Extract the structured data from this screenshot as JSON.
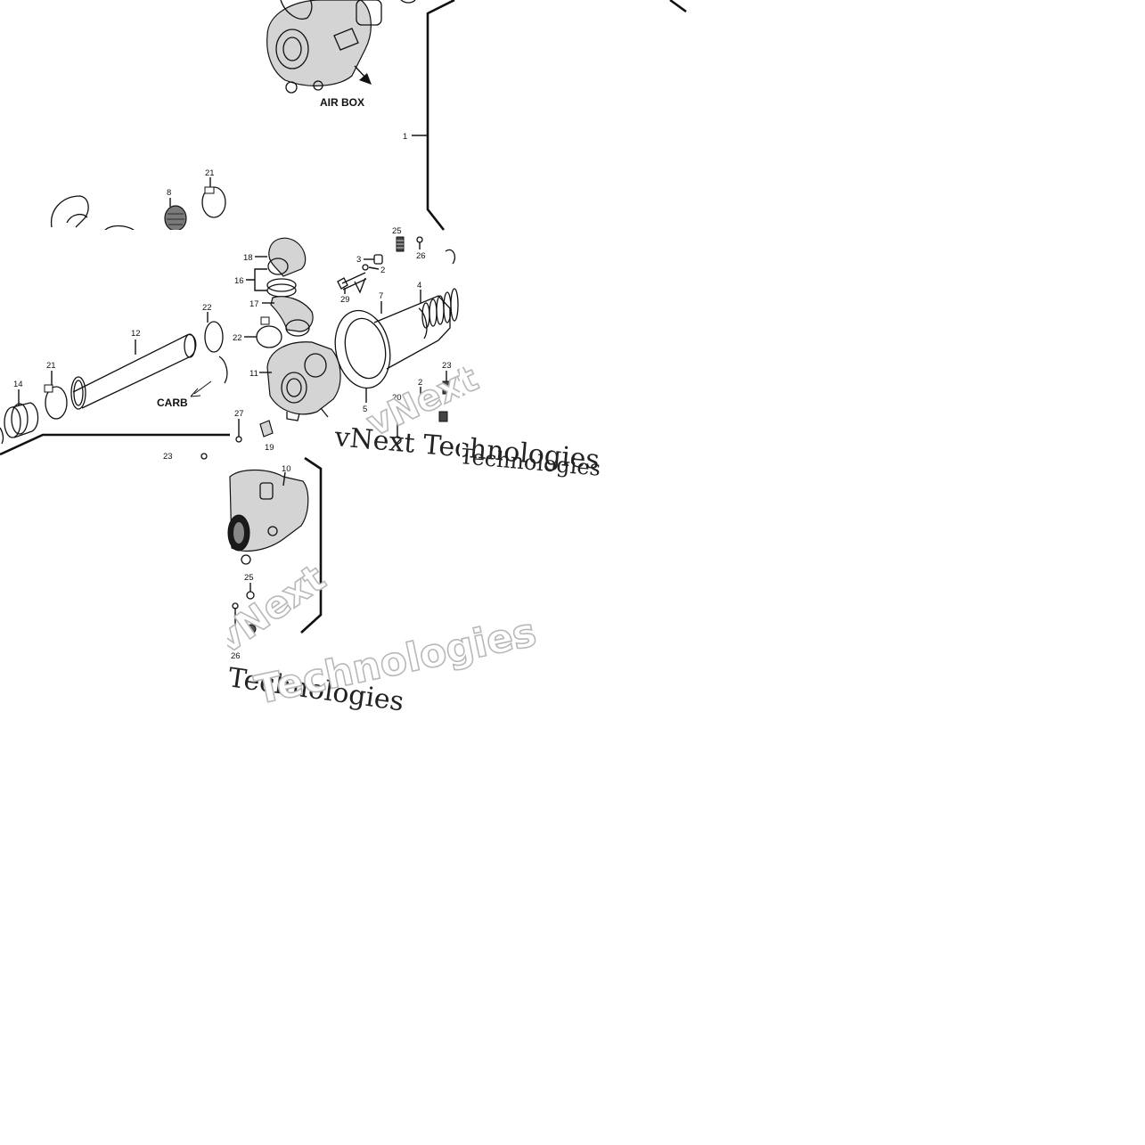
{
  "labels": {
    "air_box": "AIR BOX",
    "carb": "CARB"
  },
  "callouts": {
    "c1": "1",
    "c2a": "2",
    "c2b": "2",
    "c3": "3",
    "c4": "4",
    "c5": "5",
    "c7": "7",
    "c8": "8",
    "c10": "10",
    "c11": "11",
    "c12": "12",
    "c14": "14",
    "c16": "16",
    "c17": "17",
    "c18": "18",
    "c19": "19",
    "c20": "20",
    "c21a": "21",
    "c21b": "21",
    "c22a": "22",
    "c22b": "22",
    "c23a": "23",
    "c23b": "23",
    "c25a": "25",
    "c25b": "25",
    "c26a": "26",
    "c26b": "26",
    "c27": "27",
    "c29": "29"
  },
  "watermarks": {
    "serif_line": "vNext Technologies",
    "serif_fragment": "Technologies",
    "outline_top": "vNext",
    "outline_bottom": "Technologies"
  }
}
